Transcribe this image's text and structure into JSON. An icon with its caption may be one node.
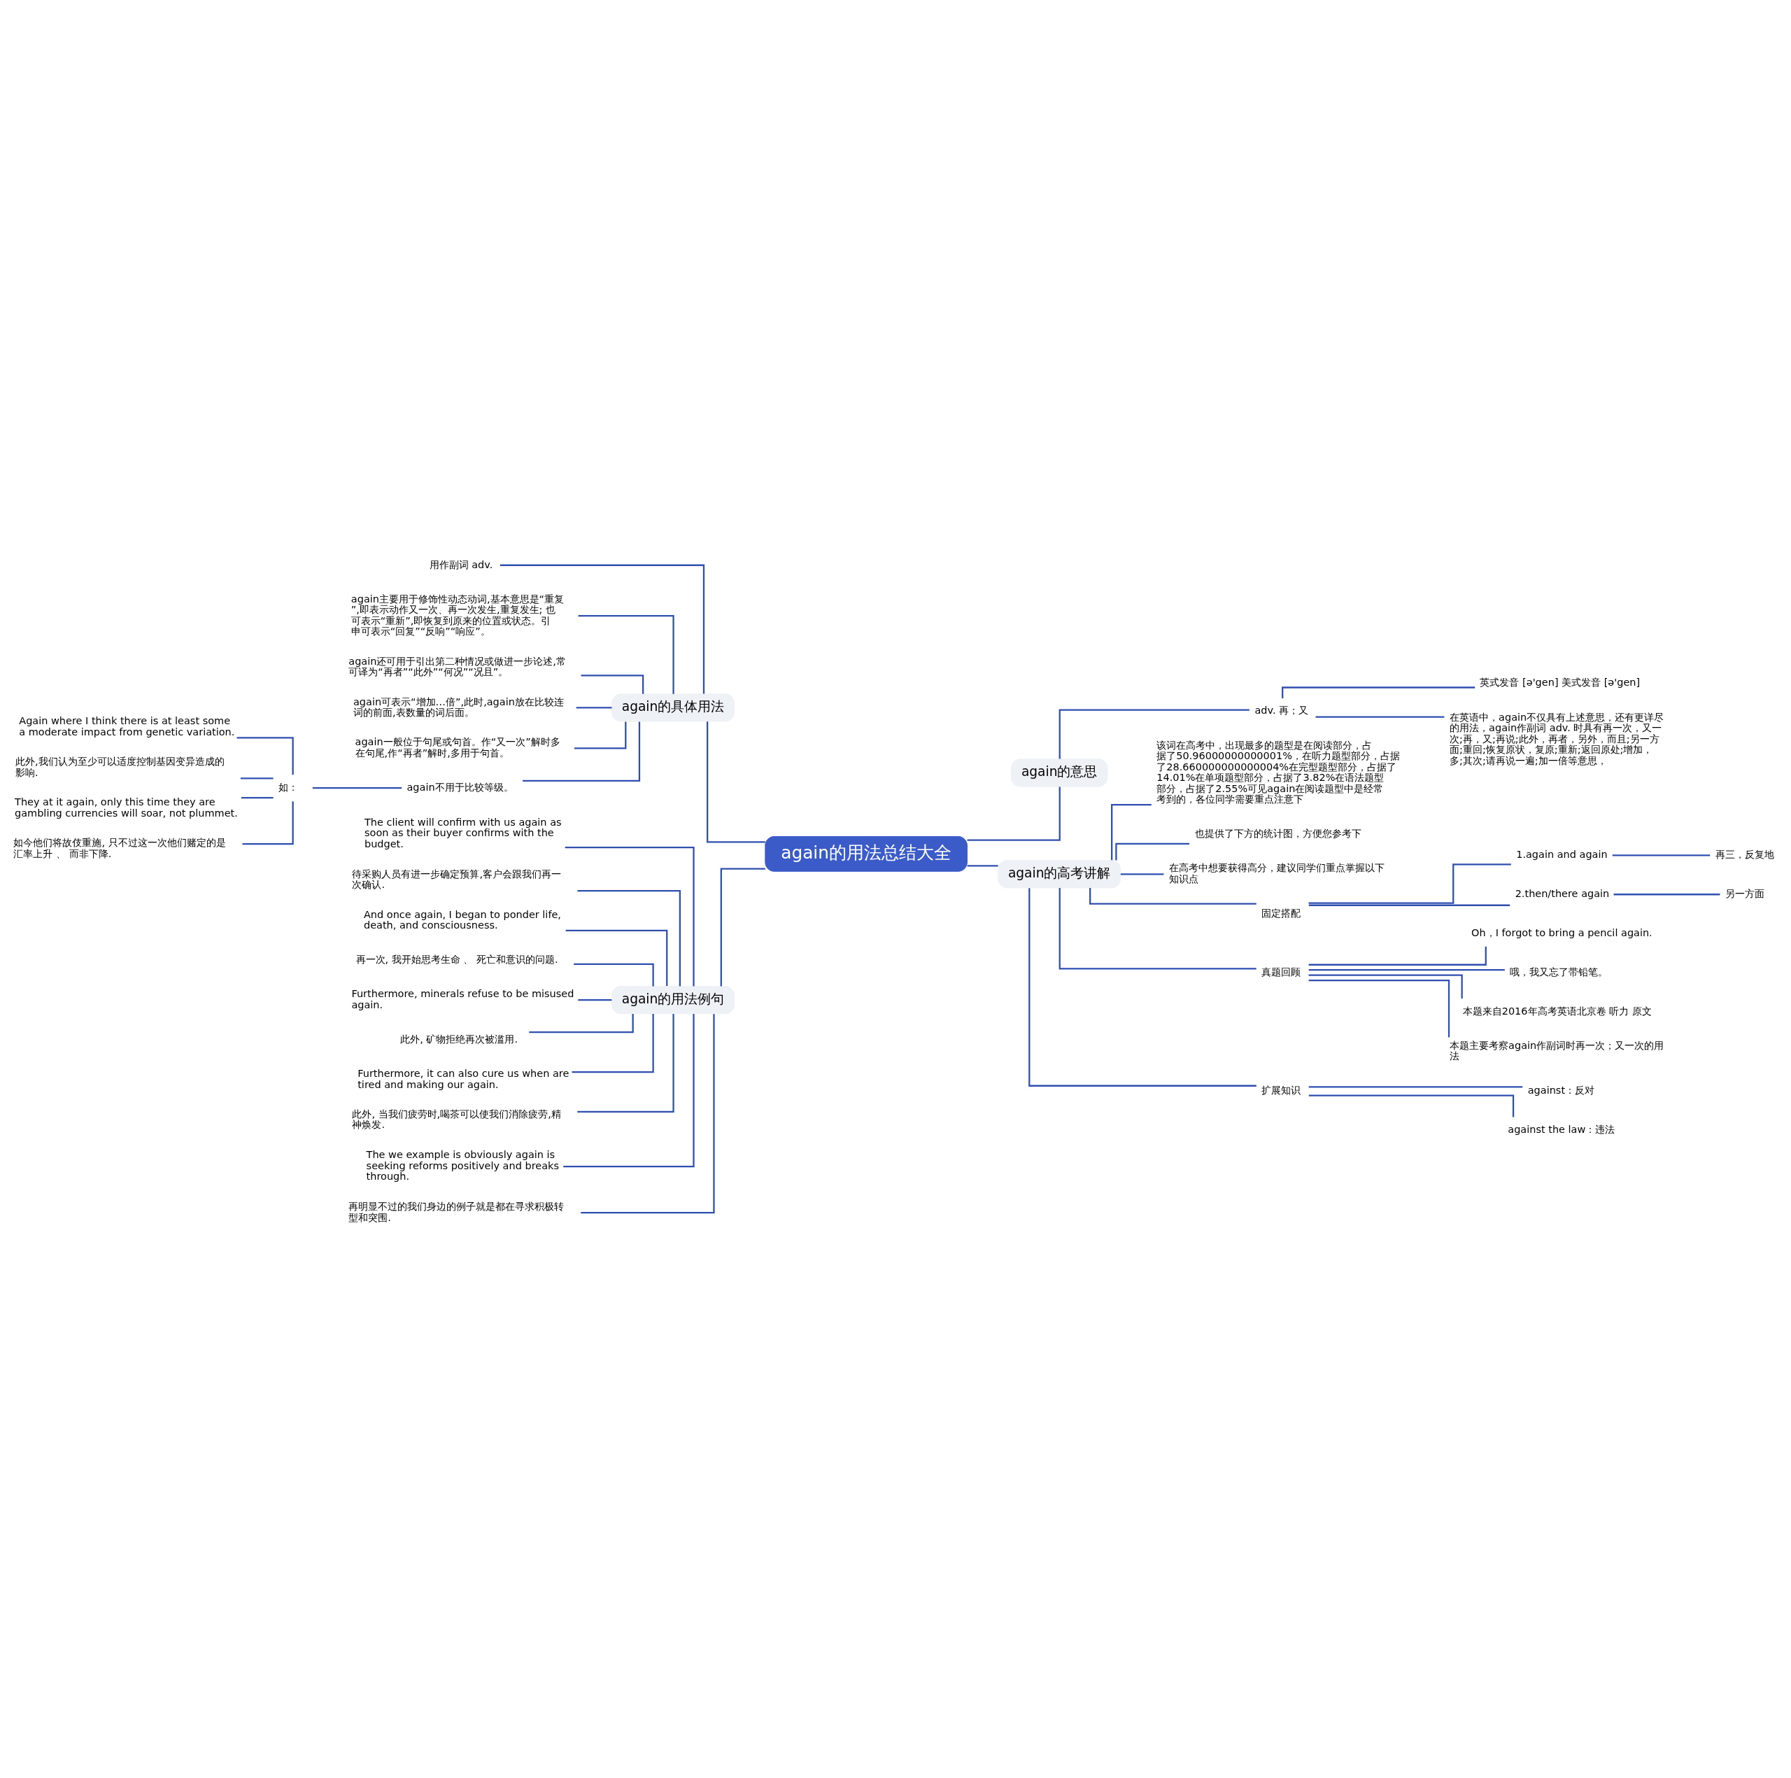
{
  "diagram": {
    "nodes": [
      {
        "text": [
          "again的用法总结大全"
        ]
      },
      {
        "text": [
          "again的具体用法"
        ]
      },
      {
        "text": [
          "用作副词 adv."
        ]
      },
      {
        "text": [
          "again主要用于修饰性动态动词,基本意思是“重复”,即表示动作又一次、再一次发生,重复发生; 也可表示“重新”,即恢复到原来的位置或状态。引申可表示“回复”“反响”“响应”。"
        ]
      },
      {
        "text": [
          "again还可用于引出第二种情况或做进一步论述,常可译为“再者”“此外”“何况”“况且”。"
        ]
      },
      {
        "text": [
          "again可表示“增加…倍”,此时,again放在比较连词的前面,表数量的词后面。"
        ]
      },
      {
        "text": [
          "again一般位于句尾或句首。作“又一次”解时多在句尾,作“再者”解时,多用于句首。"
        ]
      },
      {
        "text": [
          "again不用于比较等级。"
        ]
      },
      {
        "text": [
          "如："
        ]
      },
      {
        "text": [
          "Again where I think there is at least some a moderate impact from genetic variation."
        ]
      },
      {
        "text": [
          "此外,我们认为至少可以适度控制基因变异造成的影响."
        ]
      },
      {
        "text": [
          "They at it again, only this time they are gambling currencies will soar, not plummet."
        ]
      },
      {
        "text": [
          "如今他们将故伎重施, 只不过这一次他们赌定的是汇率上升 、 而非下降."
        ]
      },
      {
        "text": [
          "again的用法例句"
        ]
      },
      {
        "text": [
          "The client will confirm with us again as soon as their buyer confirms with the budget."
        ]
      },
      {
        "text": [
          "待采购人员有进一步确定预算,客户会跟我们再一次确认."
        ]
      },
      {
        "text": [
          "And once again, I began to ponder life, death, and consciousness."
        ]
      },
      {
        "text": [
          "再一次, 我开始思考生命 、 死亡和意识的问题."
        ]
      },
      {
        "text": [
          "Furthermore, minerals refuse to be misused again."
        ]
      },
      {
        "text": [
          "此外, 矿物拒绝再次被滥用."
        ]
      },
      {
        "text": [
          "Furthermore, it can also cure us when are tired and making our again."
        ]
      },
      {
        "text": [
          "此外, 当我们疲劳时,喝茶可以使我们消除疲劳,精神焕发."
        ]
      },
      {
        "text": [
          "The we example is obviously again is seeking reforms positively and breaks through."
        ]
      },
      {
        "text": [
          "再明显不过的我们身边的例子就是都在寻求积极转型和突围."
        ]
      },
      {
        "text": [
          "again的意思"
        ]
      },
      {
        "text": [
          "adv. 再；又"
        ]
      },
      {
        "text": [
          "英式发音 [ə'gen] 美式发音 [ə'gen]"
        ]
      },
      {
        "text": [
          "在英语中，again不仅具有上述意思，还有更详尽的用法，again作副词 adv. 时具有再一次，又一次;再，又;再说;此外，再者，另外，而且;另一方面;重回;恢复原状，复原;重新;返回原处;增加，多;其次;请再说一遍;加一倍等意思，"
        ]
      },
      {
        "text": [
          "again的高考讲解"
        ]
      },
      {
        "text": [
          "该词在高考中，出现最多的题型是在阅读部分，占据了50.96000000000001%，在听力题型部分，占据了28.660000000000004%在完型题型部分，占据了14.01%在单项题型部分，占据了3.82%在语法题型部分，占据了2.55%可见again在阅读题型中是经常考到的，各位同学需要重点注意下"
        ]
      },
      {
        "text": [
          "也提供了下方的统计图，方便您参考下"
        ]
      },
      {
        "text": [
          "在高考中想要获得高分，建议同学们重点掌握以下知识点"
        ]
      },
      {
        "text": [
          "固定搭配"
        ]
      },
      {
        "text": [
          "1.again and again"
        ]
      },
      {
        "text": [
          "再三，反复地"
        ]
      },
      {
        "text": [
          "2.then/there again"
        ]
      },
      {
        "text": [
          "另一方面"
        ]
      },
      {
        "text": [
          "真题回顾"
        ]
      },
      {
        "text": [
          "Oh，I forgot to bring a pencil again."
        ]
      },
      {
        "text": [
          "哦，我又忘了带铅笔。"
        ]
      },
      {
        "text": [
          "本题来自2016年高考英语北京卷 听力 原文"
        ]
      },
      {
        "text": [
          "本题主要考察again作副词时再一次；又一次的用法"
        ]
      },
      {
        "text": [
          "扩展知识"
        ]
      },
      {
        "text": [
          "against：反对"
        ]
      },
      {
        "text": [
          "against the law：违法"
        ]
      }
    ],
    "edges": [
      {
        "from": 0,
        "to": 1,
        "arrow": "none"
      },
      {
        "from": 1,
        "to": 2,
        "arrow": "none"
      },
      {
        "from": 1,
        "to": 3,
        "arrow": "none"
      },
      {
        "from": 1,
        "to": 4,
        "arrow": "none"
      },
      {
        "from": 1,
        "to": 5,
        "arrow": "none"
      },
      {
        "from": 1,
        "to": 6,
        "arrow": "none"
      },
      {
        "from": 1,
        "to": 7,
        "arrow": "none"
      },
      {
        "from": 7,
        "to": 8,
        "arrow": "none"
      },
      {
        "from": 8,
        "to": 9,
        "arrow": "none"
      },
      {
        "from": 8,
        "to": 10,
        "arrow": "none"
      },
      {
        "from": 8,
        "to": 11,
        "arrow": "none"
      },
      {
        "from": 8,
        "to": 12,
        "arrow": "none"
      },
      {
        "from": 0,
        "to": 13,
        "arrow": "none"
      },
      {
        "from": 13,
        "to": 14,
        "arrow": "none"
      },
      {
        "from": 13,
        "to": 15,
        "arrow": "none"
      },
      {
        "from": 13,
        "to": 16,
        "arrow": "none"
      },
      {
        "from": 13,
        "to": 17,
        "arrow": "none"
      },
      {
        "from": 13,
        "to": 18,
        "arrow": "none"
      },
      {
        "from": 13,
        "to": 19,
        "arrow": "none"
      },
      {
        "from": 13,
        "to": 20,
        "arrow": "none"
      },
      {
        "from": 13,
        "to": 21,
        "arrow": "none"
      },
      {
        "from": 13,
        "to": 22,
        "arrow": "none"
      },
      {
        "from": 13,
        "to": 23,
        "arrow": "none"
      },
      {
        "from": 0,
        "to": 24,
        "arrow": "none"
      },
      {
        "from": 24,
        "to": 25,
        "arrow": "none"
      },
      {
        "from": 25,
        "to": 26,
        "arrow": "none"
      },
      {
        "from": 25,
        "to": 27,
        "arrow": "none"
      },
      {
        "from": 0,
        "to": 28,
        "arrow": "none"
      },
      {
        "from": 28,
        "to": 29,
        "arrow": "none"
      },
      {
        "from": 28,
        "to": 30,
        "arrow": "none"
      },
      {
        "from": 28,
        "to": 31,
        "arrow": "none"
      },
      {
        "from": 28,
        "to": 32,
        "arrow": "none"
      },
      {
        "from": 32,
        "to": 33,
        "arrow": "none"
      },
      {
        "from": 33,
        "to": 34,
        "arrow": "none"
      },
      {
        "from": 32,
        "to": 35,
        "arrow": "none"
      },
      {
        "from": 35,
        "to": 36,
        "arrow": "none"
      },
      {
        "from": 28,
        "to": 37,
        "arrow": "none"
      },
      {
        "from": 37,
        "to": 38,
        "arrow": "none"
      },
      {
        "from": 37,
        "to": 39,
        "arrow": "none"
      },
      {
        "from": 37,
        "to": 40,
        "arrow": "none"
      },
      {
        "from": 37,
        "to": 41,
        "arrow": "none"
      },
      {
        "from": 28,
        "to": 42,
        "arrow": "none"
      },
      {
        "from": 42,
        "to": 43,
        "arrow": "none"
      },
      {
        "from": 42,
        "to": 44,
        "arrow": "none"
      }
    ]
  }
}
